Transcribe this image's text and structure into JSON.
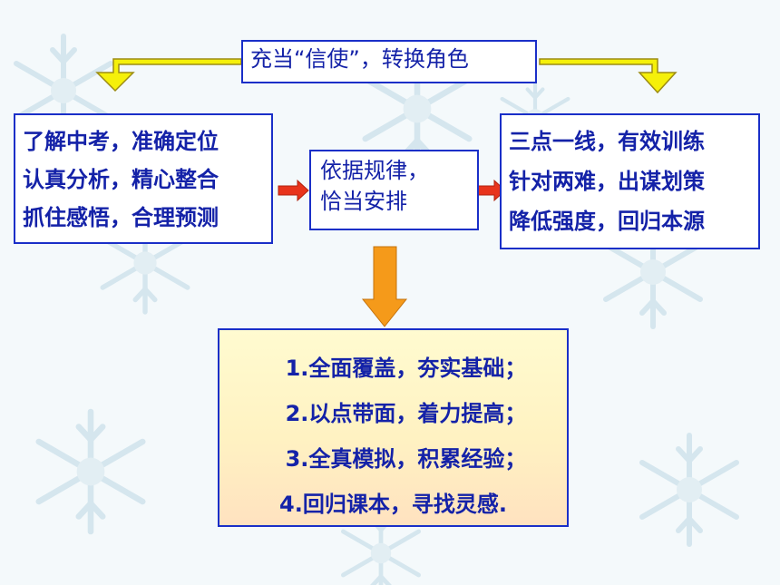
{
  "top_box": {
    "label": "充当“信使”，转换角色"
  },
  "left_box": {
    "lines": [
      "了解中考，准确定位",
      "认真分析，精心整合",
      "抓住感悟，合理预测"
    ]
  },
  "center_box": {
    "lines": [
      "依据规律，",
      "恰当安排"
    ]
  },
  "right_box": {
    "lines": [
      "三点一线，有效训练",
      "针对两难，出谋划策",
      "降低强度，回归本源"
    ]
  },
  "bottom_box": {
    "items": [
      "1.全面覆盖，夯实基础；",
      "2.以点带面，着力提高；",
      "3.全真模拟，积累经验；",
      "4.回归课本，寻找灵感."
    ]
  },
  "colors": {
    "border": "#1a2fc8",
    "text": "#1422a8",
    "yellow_arrow": "#f5f00a",
    "red_arrow": "#e8341c",
    "orange_arrow": "#f59a1a"
  },
  "icons": [
    "snowflake-decoration",
    "yellow-bent-arrow",
    "red-arrow",
    "orange-down-arrow"
  ]
}
